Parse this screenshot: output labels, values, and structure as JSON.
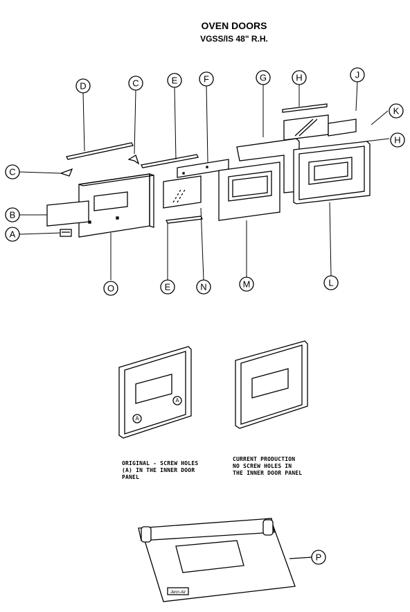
{
  "title": "OVEN DOORS",
  "subtitle": "VGSS/IS 48\" R.H.",
  "part_labels": [
    "D",
    "C",
    "E",
    "F",
    "G",
    "H",
    "J",
    "K",
    "H",
    "C",
    "B",
    "A",
    "O",
    "E",
    "N",
    "M",
    "L",
    "P"
  ],
  "inner_panel_labels": [
    "A",
    "A"
  ],
  "notes": {
    "original": "ORIGINAL - SCREW HOLES\n(A) IN THE INNER DOOR\nPANEL",
    "current": "CURRENT PRODUCTION\nNO SCREW HOLES IN\nTHE INNER DOOR PANEL"
  },
  "brand_badge": "Jenn-Air"
}
